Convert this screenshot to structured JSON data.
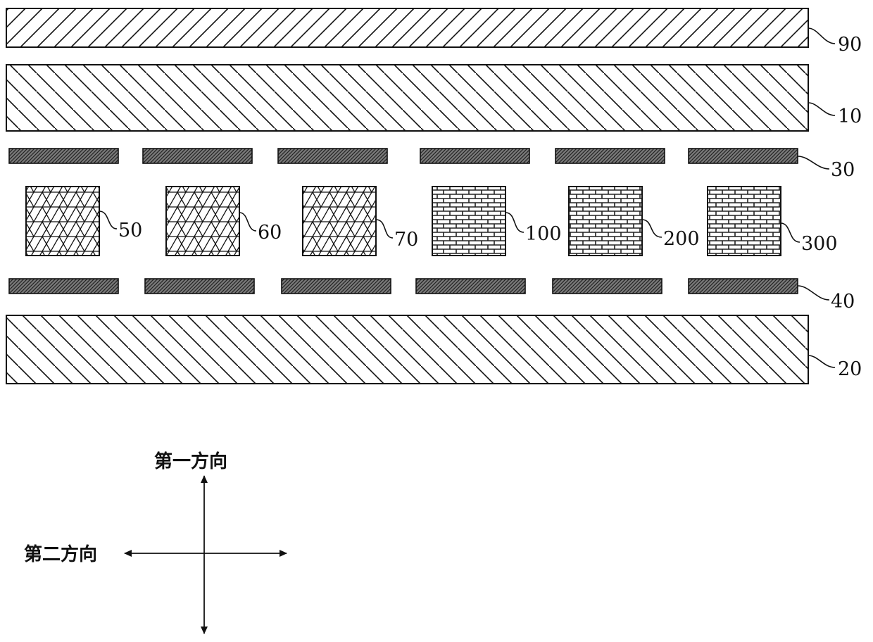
{
  "layers": {
    "top_film": {
      "label": "90"
    },
    "top_substrate": {
      "label": "10"
    },
    "top_electrodes": {
      "label": "30",
      "count": 6
    },
    "bottom_electrodes": {
      "label": "40",
      "count": 6
    },
    "bottom_substrate": {
      "label": "20"
    }
  },
  "cells": [
    {
      "label": "50",
      "pattern": "triangle-mesh"
    },
    {
      "label": "60",
      "pattern": "triangle-mesh"
    },
    {
      "label": "70",
      "pattern": "triangle-mesh"
    },
    {
      "label": "100",
      "pattern": "brick"
    },
    {
      "label": "200",
      "pattern": "brick"
    },
    {
      "label": "300",
      "pattern": "brick"
    }
  ],
  "axes": {
    "first_direction": "第一方向",
    "second_direction": "第二方向"
  },
  "colors": {
    "stroke": "#111111",
    "electrode_fill": "#5a5a5a",
    "background": "#ffffff"
  }
}
